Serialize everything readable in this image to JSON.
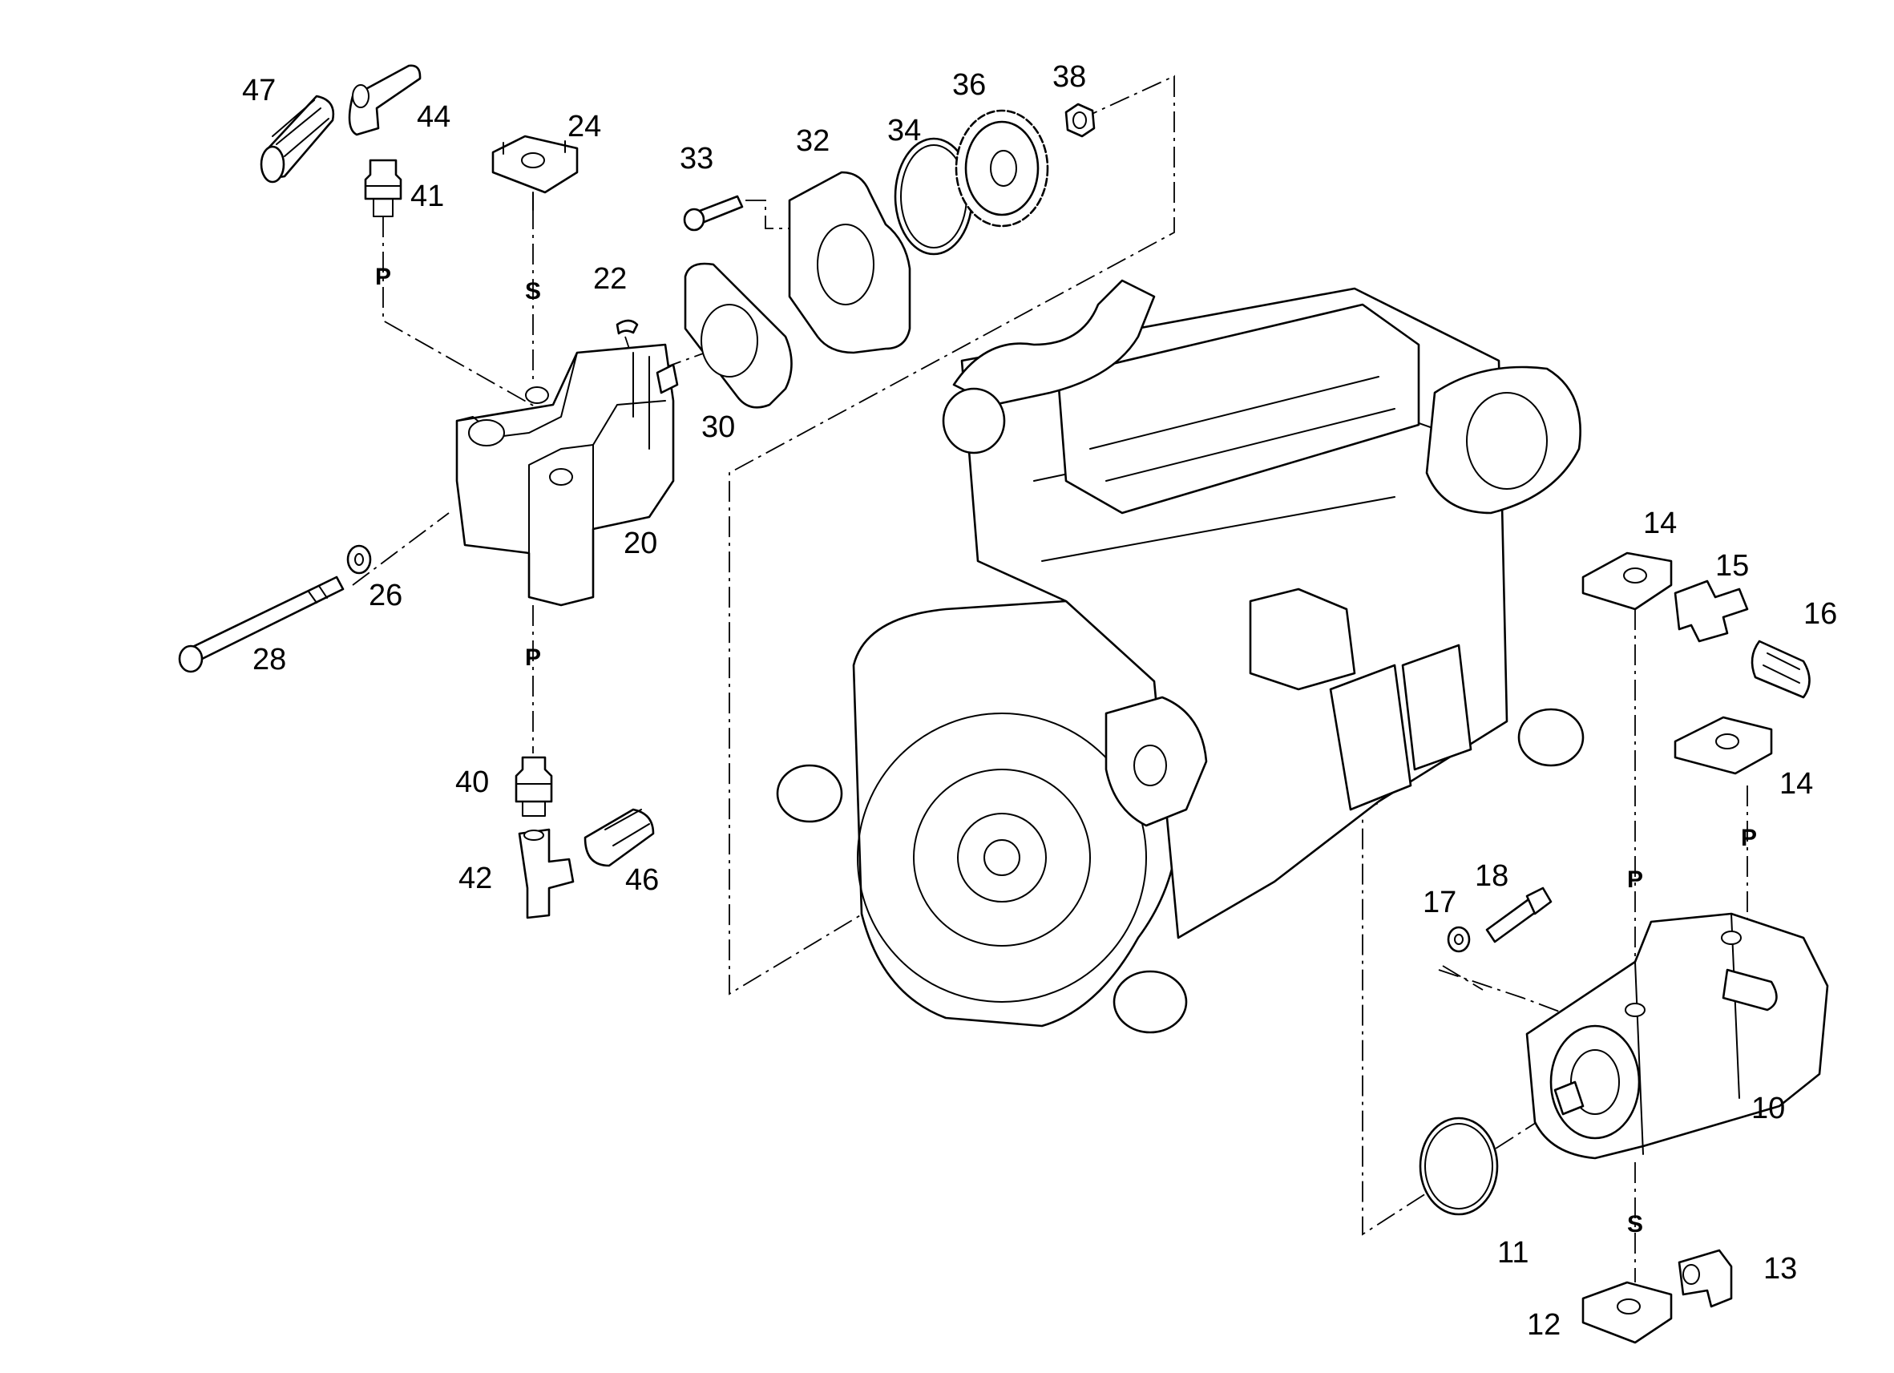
{
  "colors": {
    "line": "#000000",
    "background": "#ffffff"
  },
  "callouts": {
    "n10": "10",
    "n11": "11",
    "n12": "12",
    "n13": "13",
    "n14a": "14",
    "n14b": "14",
    "n15": "15",
    "n16": "16",
    "n17": "17",
    "n18": "18",
    "n20": "20",
    "n22": "22",
    "n24": "24",
    "n26": "26",
    "n28": "28",
    "n30": "30",
    "n32": "32",
    "n33": "33",
    "n34": "34",
    "n36": "36",
    "n38": "38",
    "n40": "40",
    "n41": "41",
    "n42": "42",
    "n44": "44",
    "n46": "46",
    "n47": "47"
  },
  "ports": {
    "p_left_top": "P",
    "s_left_top": "S",
    "p_left_bottom": "P",
    "p_right_a": "P",
    "p_right_b": "P",
    "s_right_bottom": "S"
  },
  "icons": [
    "hydraulic-pump",
    "engine",
    "gear",
    "o-ring",
    "gasket",
    "flange",
    "fitting",
    "bolt",
    "washer",
    "nut",
    "key",
    "plug"
  ]
}
